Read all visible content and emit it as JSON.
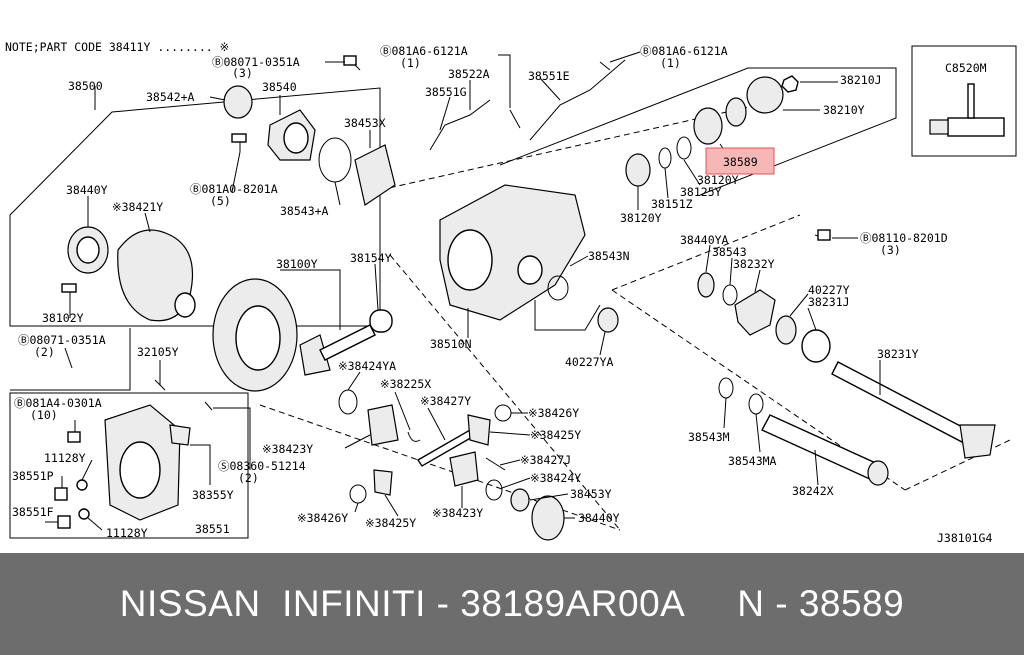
{
  "diagram": {
    "note": "NOTE;PART CODE 38411Y ........ ※",
    "code": "J38101G4",
    "box_label": "C8520M",
    "highlight": "38589",
    "labels": {
      "l08071_0351A_top": "Ⓑ08071-0351A",
      "l08071_0351A_top_q": "(3)",
      "l081A6_6121A_a": "Ⓑ081A6-6121A",
      "l081A6_6121A_a_q": "(1)",
      "l081A6_6121A_b": "Ⓑ081A6-6121A",
      "l081A6_6121A_b_q": "(1)",
      "l38500": "38500",
      "l38542A": "38542+A",
      "l38540": "38540",
      "l38522A": "38522A",
      "l38551E": "38551E",
      "l38551G": "38551G",
      "l38210J": "38210J",
      "l38210Y": "38210Y",
      "l38453X": "38453X",
      "l081A0_8201A": "Ⓑ081A0-8201A",
      "l081A0_8201A_q": "(5)",
      "l38543A": "38543+A",
      "l38440Y_a": "38440Y",
      "l38421Y": "※38421Y",
      "l38120Y_a": "38120Y",
      "l38125Y": "38125Y",
      "l38151Z": "38151Z",
      "l38120Y_b": "38120Y",
      "l38100Y": "38100Y",
      "l38154Y": "38154Y",
      "l38543N": "38543N",
      "l38102Y": "38102Y",
      "l08071_0351A_b": "Ⓑ08071-0351A",
      "l08071_0351A_b_q": "(2)",
      "l38510N": "38510N",
      "l40227YA": "40227YA",
      "l38440YA": "38440YA",
      "l38543": "38543",
      "l38232Y": "38232Y",
      "l40227Y": "40227Y",
      "l38231J": "38231J",
      "l08110_8201D": "Ⓑ08110-8201D",
      "l08110_8201D_q": "(3)",
      "l38231Y": "38231Y",
      "l32105Y": "32105Y",
      "l38424YA": "※38424YA",
      "l38225X": "※38225X",
      "l081A4_0301A": "Ⓑ081A4-0301A",
      "l081A4_0301A_q": "(10)",
      "l38427Y": "※38427Y",
      "l38426Y_a": "※38426Y",
      "l38425Y_a": "※38425Y",
      "l11128Y_a": "11128Y",
      "l38423Y_a": "※38423Y",
      "l08360_51214": "Ⓢ08360-51214",
      "l08360_51214_q": "(2)",
      "l38427J": "※38427J",
      "l38424Y": "※38424Y",
      "l38453Y": "38453Y",
      "l38551P": "38551P",
      "l38355Y": "38355Y",
      "l38543M": "38543M",
      "l38543MA": "38543MA",
      "l38242X": "38242X",
      "l38551F": "38551F",
      "l11128Y_b": "11128Y",
      "l38551": "38551",
      "l38426Y_b": "※38426Y",
      "l38425Y_b": "※38425Y",
      "l38423Y_b": "※38423Y",
      "l38440Y_b": "38440Y"
    }
  },
  "footer": {
    "text": "NISSAN  INFINITI - 38189AR00A     N - 38589"
  }
}
